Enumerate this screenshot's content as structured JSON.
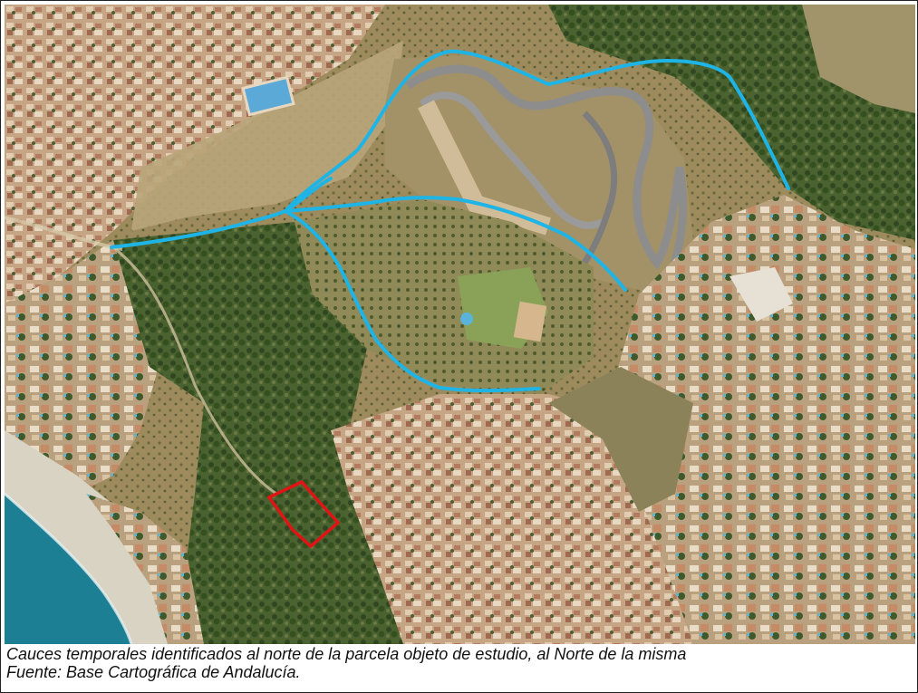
{
  "caption": {
    "line1": "Cauces temporales identificados al norte de la parcela objeto de estudio, al Norte de la misma",
    "line2": "Fuente: Base Cartográfica de Andalucía."
  },
  "colors": {
    "stream": "#1fb4e6",
    "parcel": "#e01414",
    "sea": "#1d7f93",
    "beach": "#d8d2c2",
    "urban": "#c9a98a",
    "vegetation": "#3f5a2a",
    "soil": "#9a8a5c"
  },
  "map_features": {
    "streams": [
      "stream-north-arc",
      "stream-east-branch",
      "stream-west-trunk",
      "stream-middle-branch",
      "stream-south-branch"
    ],
    "parcel": "study-parcel"
  }
}
